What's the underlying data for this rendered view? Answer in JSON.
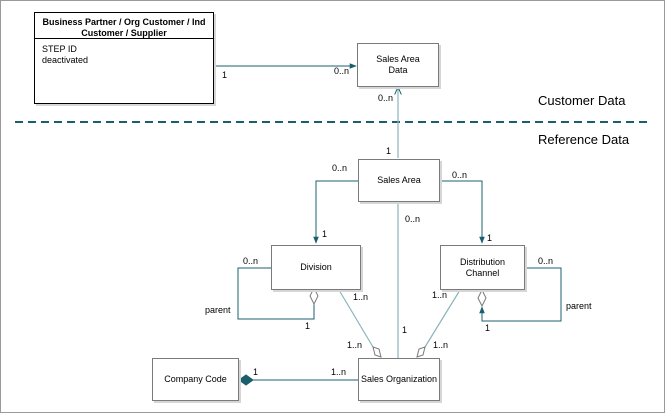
{
  "business_partner": {
    "title_line1": "Business Partner / Org Customer / Ind",
    "title_line2": "Customer / Supplier",
    "attr1": "STEP ID",
    "attr2": "deactivated"
  },
  "sales_area_data": {
    "line1": "Sales Area",
    "line2": "Data"
  },
  "sales_area": {
    "label": "Sales Area"
  },
  "division": {
    "label": "Division"
  },
  "distribution_channel": {
    "line1": "Distribution",
    "line2": "Channel"
  },
  "company_code": {
    "label": "Company Code"
  },
  "sales_organization": {
    "label": "Sales Organization"
  },
  "sections": {
    "customer_data": "Customer Data",
    "reference_data": "Reference Data"
  },
  "multiplicities": {
    "bp_one": "1",
    "bp_to_sad": "0..n",
    "sad_bottom": "0..n",
    "sa_top": "1",
    "sa_left": "0..n",
    "sa_right": "0..n",
    "sa_bottom": "0..n",
    "div_top": "1",
    "div_self": "0..n",
    "div_self_one": "1",
    "div_right": "1..n",
    "dc_top": "1",
    "dc_self": "0..n",
    "dc_self_one": "1",
    "dc_left": "1..n",
    "so_left": "1..n",
    "so_center": "1",
    "so_right": "1..n",
    "cc_one": "1",
    "so_cc": "1..n"
  },
  "role_labels": {
    "div_parent": "parent",
    "dc_parent": "parent"
  },
  "colors": {
    "connector": "#1b5f6e",
    "divider": "#1b5f6e",
    "box_border": "#7a7a7a"
  }
}
